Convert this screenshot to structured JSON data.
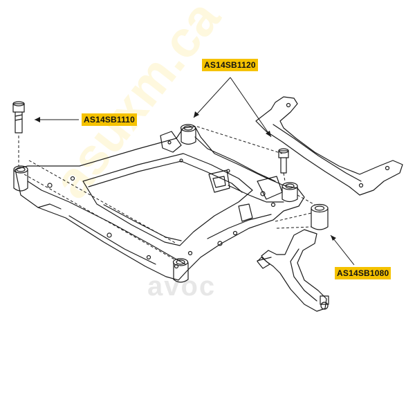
{
  "labels": {
    "upper": "AS14SB1120",
    "left": "AS14SB1110",
    "right": "AS14SB1080"
  },
  "watermark": {
    "logo": "avoc",
    "diagonal": "asuxm.ca"
  },
  "colors": {
    "label_bg": "#f5c200",
    "line": "#1a1a1a"
  }
}
